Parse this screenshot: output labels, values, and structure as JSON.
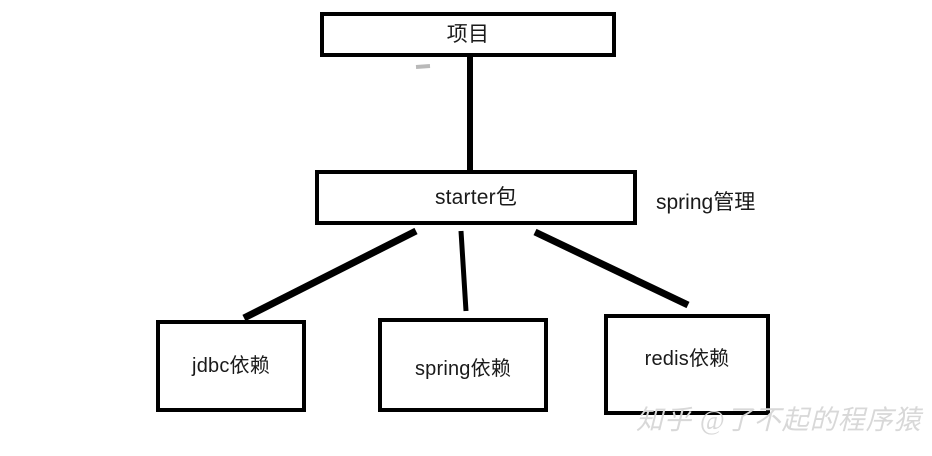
{
  "diagram": {
    "type": "tree-diagram",
    "background_color": "#ffffff",
    "stroke_color": "#000000",
    "text_color": "#1a1a1a",
    "nodes": [
      {
        "id": "root",
        "label": "项目"
      },
      {
        "id": "starter",
        "label": "starter包"
      },
      {
        "id": "jdbc",
        "label": "jdbc依赖"
      },
      {
        "id": "spring",
        "label": "spring依赖"
      },
      {
        "id": "redis",
        "label": "redis依赖"
      }
    ],
    "annotations": [
      {
        "id": "spring-manage-note",
        "label": "spring管理"
      }
    ],
    "edges": [
      {
        "from": "root",
        "to": "starter"
      },
      {
        "from": "starter",
        "to": "jdbc"
      },
      {
        "from": "starter",
        "to": "spring"
      },
      {
        "from": "starter",
        "to": "redis"
      }
    ]
  },
  "watermark": {
    "text": "知乎 @了不起的程序猿",
    "color": "#d8d8d8"
  }
}
